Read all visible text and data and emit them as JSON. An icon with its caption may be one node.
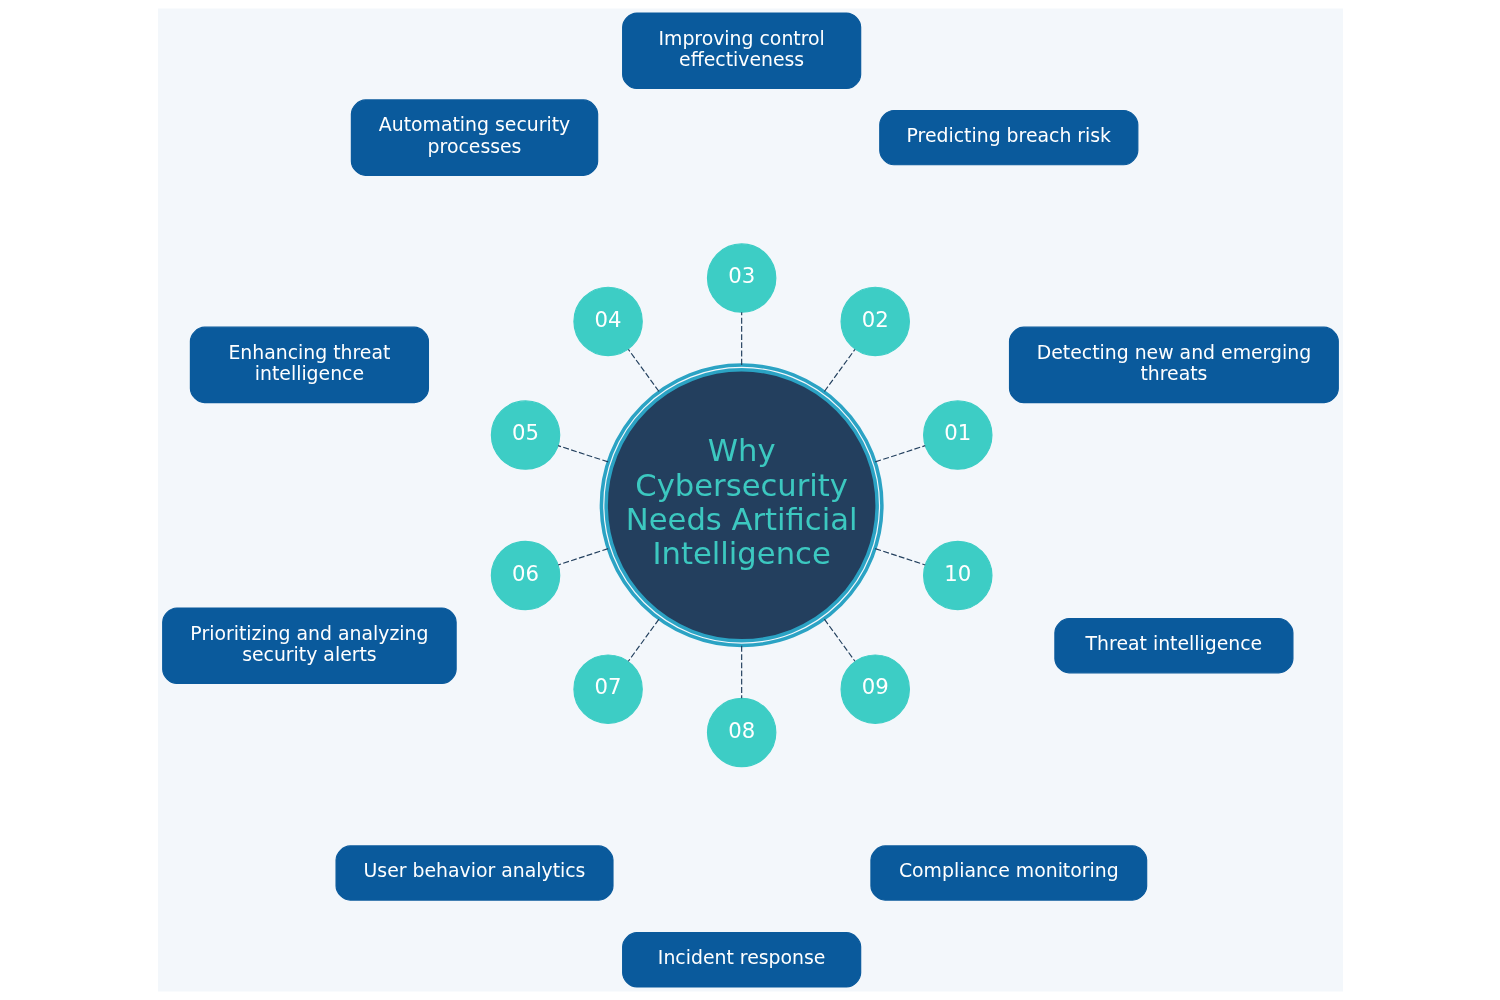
{
  "diagram": {
    "nodes": [
      {
        "text": [
          "Why Cybersecurity Needs Artificial Intelligence"
        ]
      },
      {
        "text": [
          "01"
        ]
      },
      {
        "text": [
          "Detecting new and emerging threats"
        ]
      },
      {
        "text": [
          "02"
        ]
      },
      {
        "text": [
          "Predicting breach risk"
        ]
      },
      {
        "text": [
          "03"
        ]
      },
      {
        "text": [
          "Improving control effectiveness"
        ]
      },
      {
        "text": [
          "04"
        ]
      },
      {
        "text": [
          "Automating security processes"
        ]
      },
      {
        "text": [
          "05"
        ]
      },
      {
        "text": [
          "Enhancing threat intelligence"
        ]
      },
      {
        "text": [
          "06"
        ]
      },
      {
        "text": [
          "Prioritizing and analyzing security alerts"
        ]
      },
      {
        "text": [
          "07"
        ]
      },
      {
        "text": [
          "User behavior analytics"
        ]
      },
      {
        "text": [
          "08"
        ]
      },
      {
        "text": [
          "Incident response"
        ]
      },
      {
        "text": [
          "09"
        ]
      },
      {
        "text": [
          "Compliance monitoring"
        ]
      },
      {
        "text": [
          "10"
        ]
      },
      {
        "text": [
          "Threat intelligence"
        ]
      }
    ],
    "edges": [
      {
        "from": 0,
        "to": 1,
        "arrow": "none",
        "style": "dashed"
      },
      {
        "from": 0,
        "to": 3,
        "arrow": "none",
        "style": "dashed"
      },
      {
        "from": 0,
        "to": 5,
        "arrow": "none",
        "style": "dashed"
      },
      {
        "from": 0,
        "to": 7,
        "arrow": "none",
        "style": "dashed"
      },
      {
        "from": 0,
        "to": 9,
        "arrow": "none",
        "style": "dashed"
      },
      {
        "from": 0,
        "to": 11,
        "arrow": "none",
        "style": "dashed"
      },
      {
        "from": 0,
        "to": 13,
        "arrow": "none",
        "style": "dashed"
      },
      {
        "from": 0,
        "to": 15,
        "arrow": "none",
        "style": "dashed"
      },
      {
        "from": 0,
        "to": 17,
        "arrow": "none",
        "style": "dashed"
      },
      {
        "from": 0,
        "to": 19,
        "arrow": "none",
        "style": "dashed"
      }
    ]
  }
}
